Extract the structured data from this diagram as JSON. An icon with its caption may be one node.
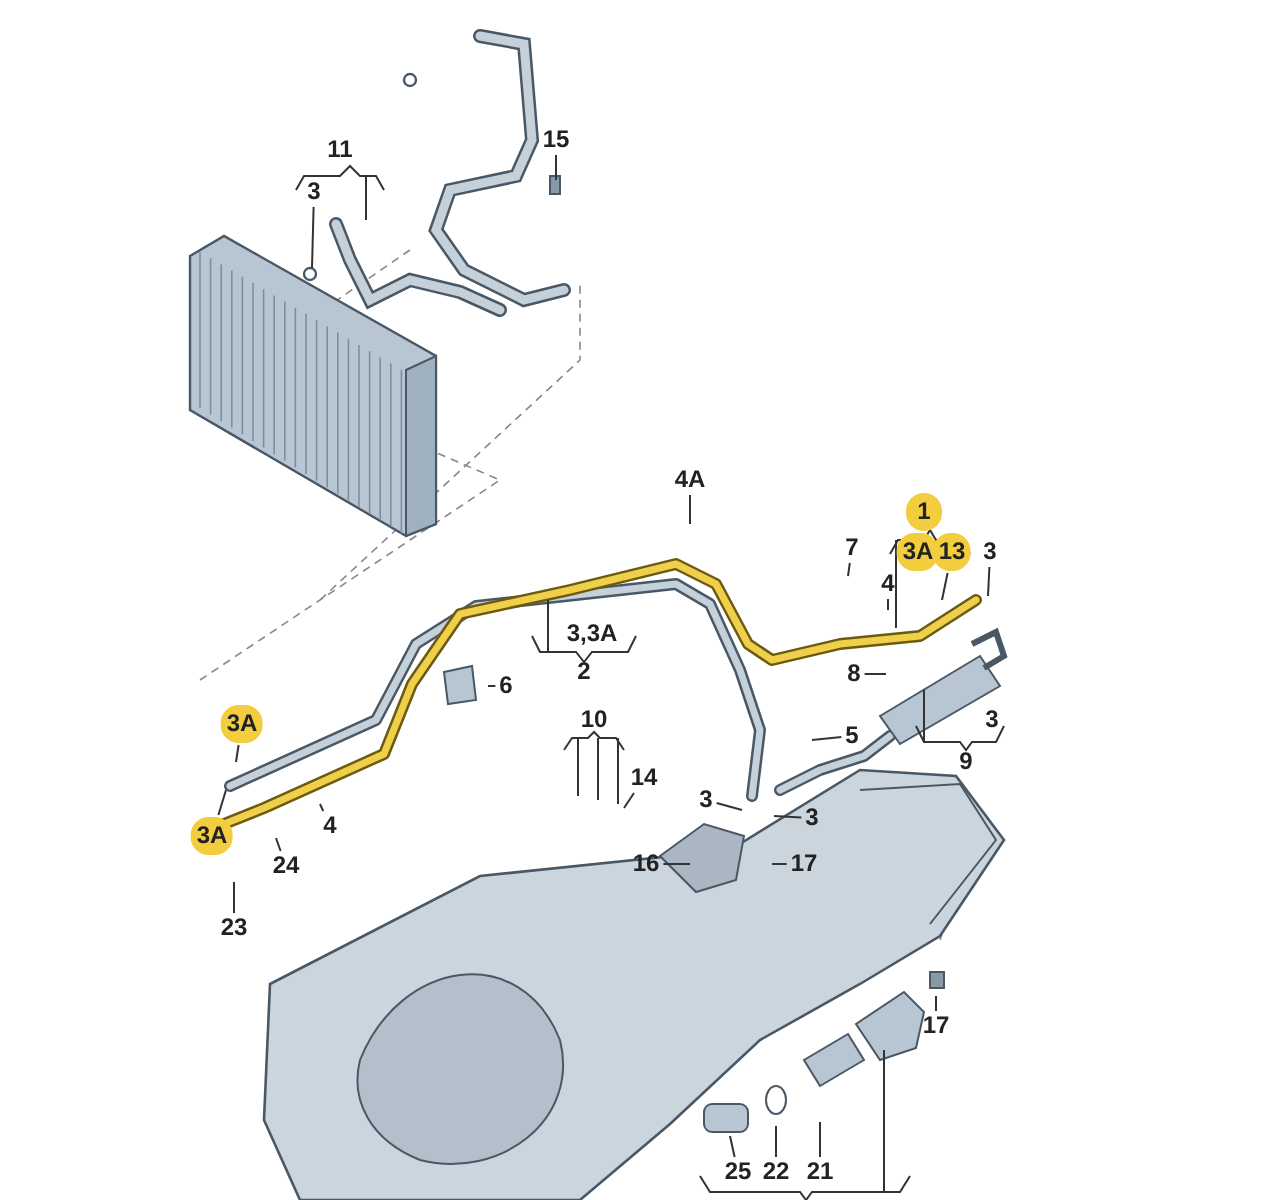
{
  "diagram": {
    "nodes": [
      {
        "text": [
          "11"
        ]
      },
      {
        "text": [
          "15"
        ]
      },
      {
        "text": [
          "3"
        ]
      },
      {
        "text": [
          "4A"
        ]
      },
      {
        "text": [
          "1"
        ]
      },
      {
        "text": [
          "7"
        ]
      },
      {
        "text": [
          "3A"
        ]
      },
      {
        "text": [
          "13"
        ]
      },
      {
        "text": [
          "3"
        ]
      },
      {
        "text": [
          "4"
        ]
      },
      {
        "text": [
          "3,3A"
        ]
      },
      {
        "text": [
          "2"
        ]
      },
      {
        "text": [
          "8"
        ]
      },
      {
        "text": [
          "6"
        ]
      },
      {
        "text": [
          "3"
        ]
      },
      {
        "text": [
          "10"
        ]
      },
      {
        "text": [
          "3A"
        ]
      },
      {
        "text": [
          "5"
        ]
      },
      {
        "text": [
          "9"
        ]
      },
      {
        "text": [
          "14"
        ]
      },
      {
        "text": [
          "3"
        ]
      },
      {
        "text": [
          "3"
        ]
      },
      {
        "text": [
          "3A"
        ]
      },
      {
        "text": [
          "4"
        ]
      },
      {
        "text": [
          "16"
        ]
      },
      {
        "text": [
          "17"
        ]
      },
      {
        "text": [
          "24"
        ]
      },
      {
        "text": [
          "23"
        ]
      },
      {
        "text": [
          "17"
        ]
      },
      {
        "text": [
          "25"
        ]
      },
      {
        "text": [
          "22"
        ]
      },
      {
        "text": [
          "21"
        ]
      }
    ],
    "edges": [
      {
        "from": 1,
        "to": null,
        "arrow": "none"
      },
      {
        "from": 2,
        "to": null,
        "arrow": "none"
      },
      {
        "from": 3,
        "to": null,
        "arrow": "none"
      },
      {
        "from": 5,
        "to": null,
        "arrow": "none"
      },
      {
        "from": 7,
        "to": null,
        "arrow": "none"
      },
      {
        "from": 8,
        "to": null,
        "arrow": "none"
      },
      {
        "from": 9,
        "to": null,
        "arrow": "none"
      },
      {
        "from": 12,
        "to": null,
        "arrow": "none"
      },
      {
        "from": 13,
        "to": null,
        "arrow": "none"
      },
      {
        "from": 16,
        "to": null,
        "arrow": "none"
      },
      {
        "from": 17,
        "to": null,
        "arrow": "none"
      },
      {
        "from": 19,
        "to": null,
        "arrow": "none"
      },
      {
        "from": 20,
        "to": null,
        "arrow": "none"
      },
      {
        "from": 21,
        "to": null,
        "arrow": "none"
      },
      {
        "from": 22,
        "to": null,
        "arrow": "none"
      },
      {
        "from": 23,
        "to": null,
        "arrow": "none"
      },
      {
        "from": 24,
        "to": null,
        "arrow": "none"
      },
      {
        "from": 25,
        "to": null,
        "arrow": "none"
      },
      {
        "from": 26,
        "to": null,
        "arrow": "none"
      },
      {
        "from": 27,
        "to": null,
        "arrow": "none"
      },
      {
        "from": 28,
        "to": null,
        "arrow": "none"
      },
      {
        "from": 29,
        "to": null,
        "arrow": "none"
      },
      {
        "from": 30,
        "to": null,
        "arrow": "none"
      },
      {
        "from": 31,
        "to": null,
        "arrow": "none"
      }
    ]
  }
}
